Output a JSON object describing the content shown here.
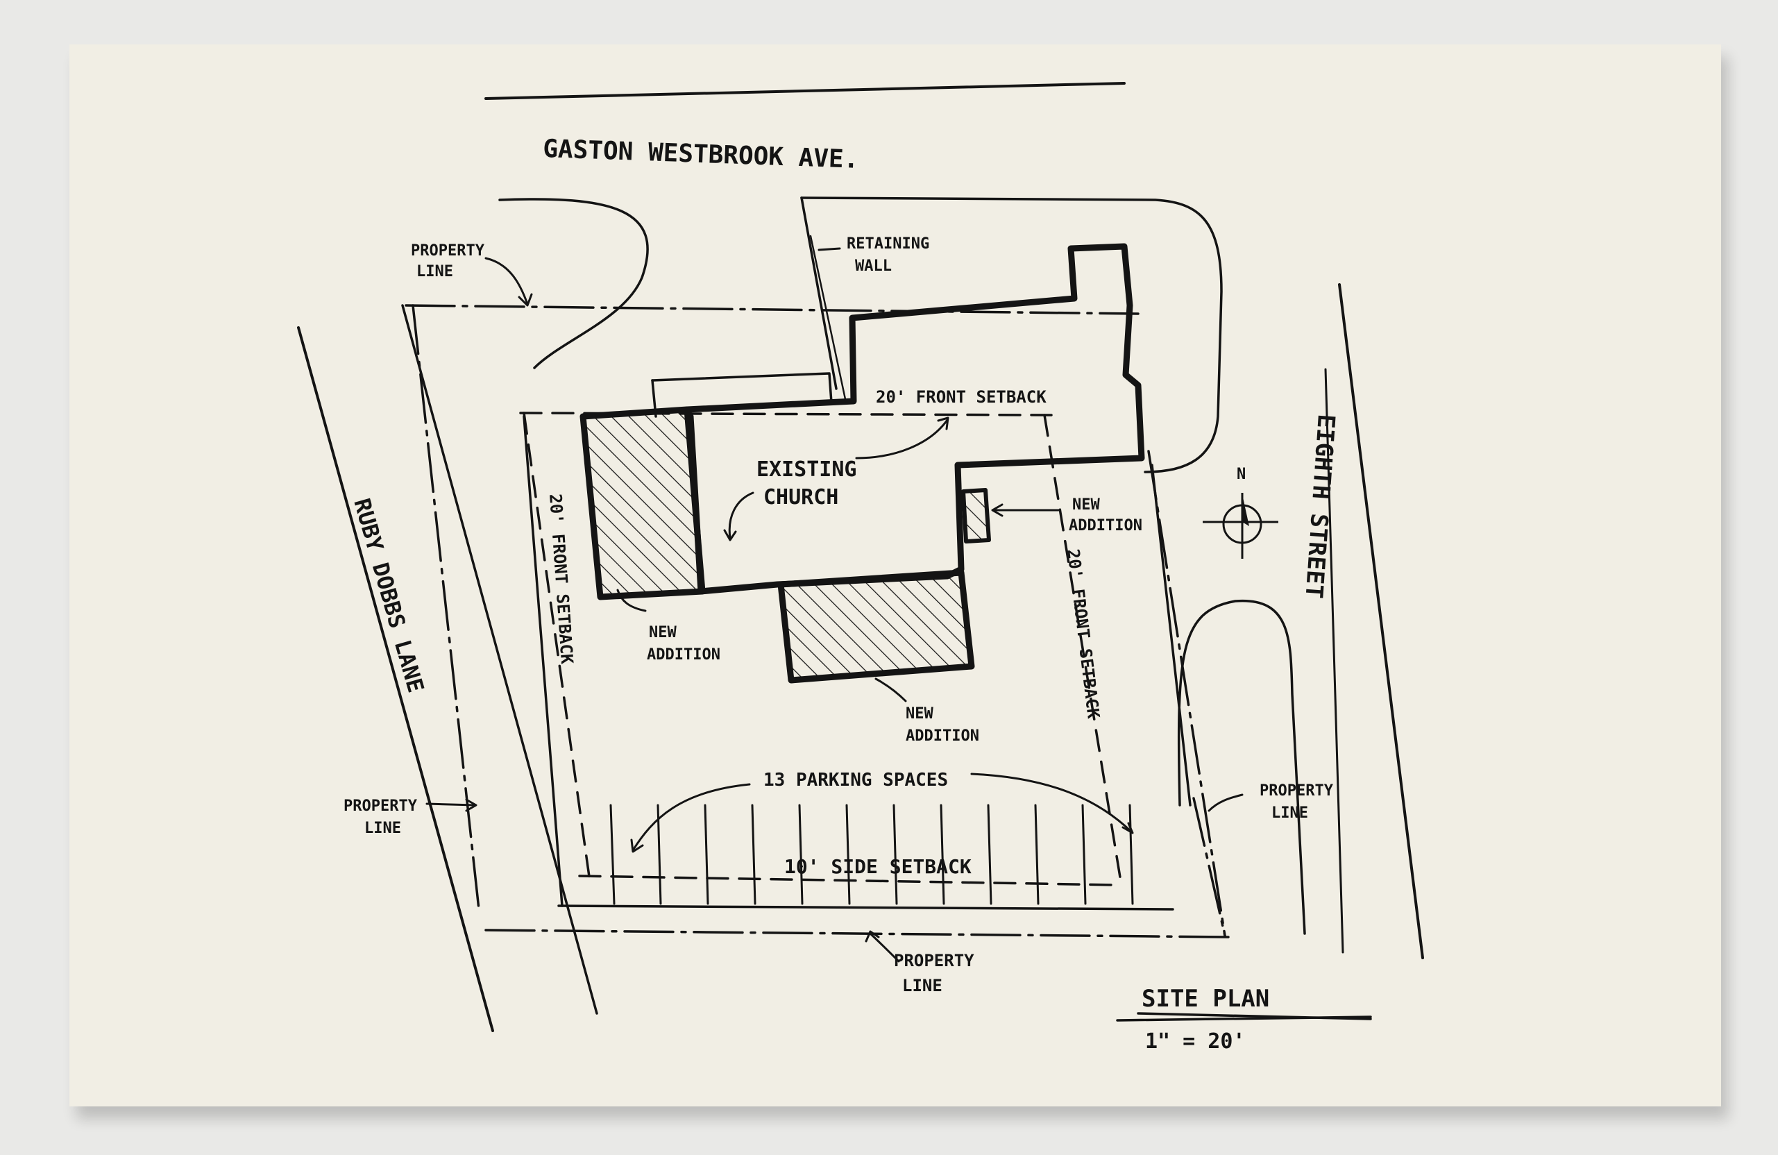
{
  "sheet": {
    "streets": {
      "north": "GASTON WESTBROOK AVE.",
      "west": "RUBY DOBBS LANE",
      "east": "EIGHTH STREET"
    },
    "labels": {
      "property_line_nw": [
        "PROPERTY",
        "LINE"
      ],
      "property_line_w": [
        "PROPERTY",
        "LINE"
      ],
      "property_line_e": [
        "PROPERTY",
        "LINE"
      ],
      "property_line_s": [
        "PROPERTY",
        "LINE"
      ],
      "retaining_wall": [
        "RETAINING",
        "WALL"
      ],
      "front_setback_top": "20' FRONT SETBACK",
      "front_setback_west": "20' FRONT SETBACK",
      "front_setback_east": "20' FRONT SETBACK",
      "side_setback": "10' SIDE SETBACK",
      "existing_church": [
        "EXISTING",
        "CHURCH"
      ],
      "new_addition_east": [
        "NEW",
        "ADDITION"
      ],
      "new_addition_west": [
        "NEW",
        "ADDITION"
      ],
      "new_addition_south": [
        "NEW",
        "ADDITION"
      ],
      "parking": "13 PARKING SPACES",
      "north_arrow": "N"
    },
    "title_block": {
      "title": "SITE PLAN",
      "scale": "1\" = 20'"
    },
    "colors": {
      "paper": "#f1eee4",
      "ink": "#141414",
      "backdrop": "#e9e9e7"
    }
  }
}
